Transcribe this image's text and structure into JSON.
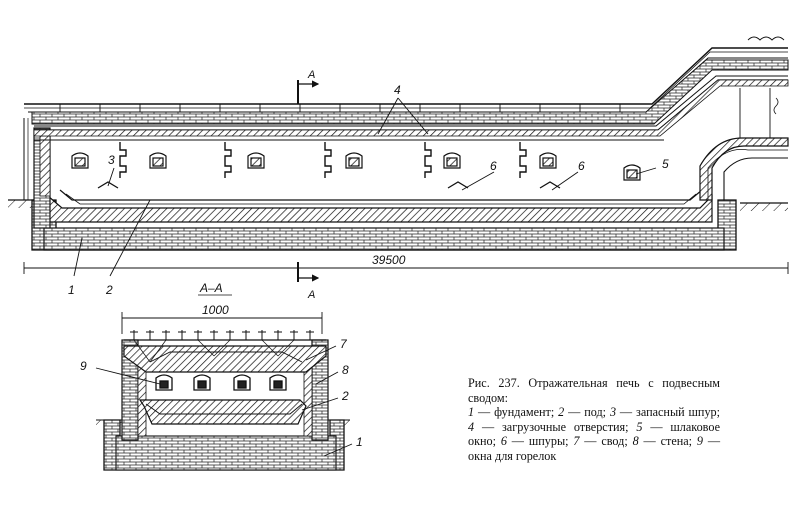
{
  "diagram": {
    "section_marker_top": "А",
    "section_marker_bottom": "А",
    "overall_length": "39500",
    "section_title": "А–А",
    "section_width": "1000",
    "callouts_long": [
      "4",
      "3",
      "6",
      "6",
      "5",
      "1",
      "2"
    ],
    "callouts_section": [
      "9",
      "7",
      "8",
      "2",
      "1"
    ]
  },
  "caption": {
    "title": "Рис. 237. Отражательная печь с подвесным сводом:",
    "items": [
      {
        "num": "1",
        "text": "фундамент"
      },
      {
        "num": "2",
        "text": "под"
      },
      {
        "num": "3",
        "text": "запасный шпур"
      },
      {
        "num": "4",
        "text": "загрузочные отверстия"
      },
      {
        "num": "5",
        "text": "шлаковое окно"
      },
      {
        "num": "6",
        "text": "шпуры"
      },
      {
        "num": "7",
        "text": "свод"
      },
      {
        "num": "8",
        "text": "стена"
      },
      {
        "num": "9",
        "text": "окна для горелок"
      }
    ]
  }
}
